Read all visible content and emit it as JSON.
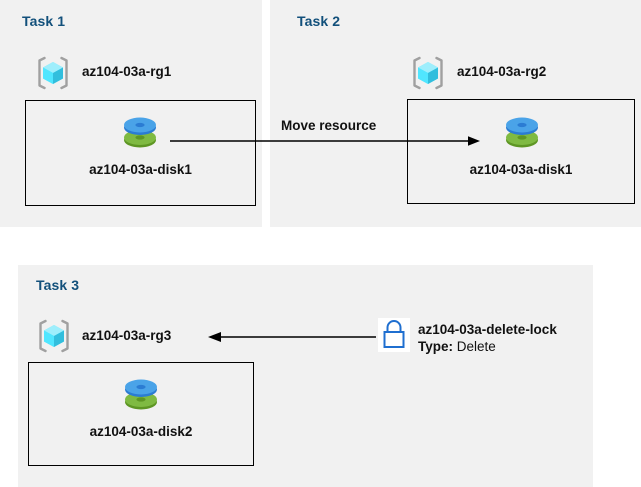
{
  "diagram": {
    "title_color": "#12507b",
    "panel_background": "#f1f1f1",
    "page_background": "#ffffff",
    "line_color": "#000000"
  },
  "tasks": [
    {
      "id": "task1",
      "title": "Task 1",
      "resource_group": {
        "icon": "resource-group-icon",
        "label": "az104-03a-rg1"
      },
      "resource": {
        "icon": "managed-disk-icon",
        "label": "az104-03a-disk1"
      }
    },
    {
      "id": "task2",
      "title": "Task 2",
      "resource_group": {
        "icon": "resource-group-icon",
        "label": "az104-03a-rg2"
      },
      "resource": {
        "icon": "managed-disk-icon",
        "label": "az104-03a-disk1"
      }
    },
    {
      "id": "task3",
      "title": "Task 3",
      "resource_group": {
        "icon": "resource-group-icon",
        "label": "az104-03a-rg3"
      },
      "resource": {
        "icon": "managed-disk-icon",
        "label": "az104-03a-disk2"
      },
      "lock": {
        "icon": "padlock-icon",
        "name": "az104-03a-delete-lock",
        "type_label": "Type:",
        "type_value": "Delete",
        "icon_color": "#1f6fd0"
      }
    }
  ],
  "connectors": [
    {
      "id": "move-resource-arrow",
      "label": "Move resource",
      "direction": "left-to-right"
    },
    {
      "id": "lock-applies-to-arrow",
      "label": "",
      "direction": "right-to-left"
    }
  ],
  "icon_colors": {
    "cube_light": "#9eeefc",
    "cube_mid": "#50e6ff",
    "cube_dark": "#32bedd",
    "bracket": "#a0a0a0",
    "disk_blue_top": "#4aa3e8",
    "disk_blue_body": "#2b7cd3",
    "disk_green_top": "#7fba42",
    "disk_green_body": "#5e9624"
  }
}
